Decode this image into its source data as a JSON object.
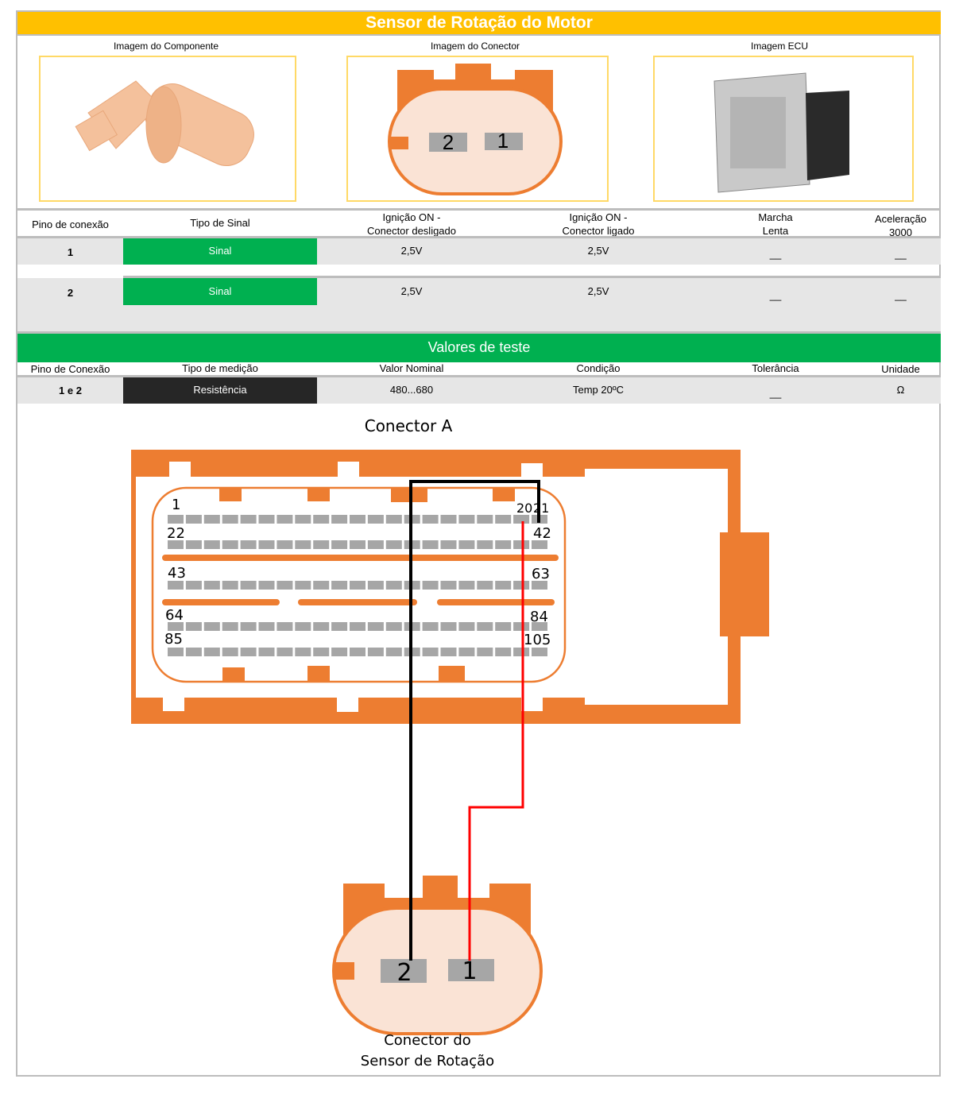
{
  "title": "Sensor de Rotação do Motor",
  "images": {
    "component": "Imagem do Componente",
    "connector": "Imagem do Conector",
    "ecu": "Imagem ECU"
  },
  "connector_pins": [
    "2",
    "1"
  ],
  "signal_table": {
    "headers": [
      "Pino de conexão",
      "Tipo de Sinal",
      "Ignição ON -\nConector desligado",
      "Ignição ON -\nConector ligado",
      "Marcha\nLenta",
      "Aceleração\n3000"
    ],
    "rows": [
      {
        "pin": "1",
        "type": "Sinal",
        "ign_off": "2,5V",
        "ign_on": "2,5V",
        "idle": "__",
        "accel": "__"
      },
      {
        "pin": "2",
        "type": "Sinal",
        "ign_off": "2,5V",
        "ign_on": "2,5V",
        "idle": "__",
        "accel": "__"
      }
    ]
  },
  "test": {
    "title": "Valores de teste",
    "headers": [
      "Pino de Conexão",
      "Tipo de medição",
      "Valor Nominal",
      "Condição",
      "Tolerância",
      "Unidade"
    ],
    "row": {
      "pin": "1 e 2",
      "type": "Resistência",
      "nominal": "480...680",
      "condition": "Temp 20ºC",
      "tolerance": "__",
      "unit": "Ω"
    }
  },
  "diagram": {
    "ecu_label": "Conector A",
    "pin_labels": {
      "p1": "1",
      "p20": "20",
      "p21": "21",
      "p22": "22",
      "p42": "42",
      "p43": "43",
      "p63": "63",
      "p64": "64",
      "p84": "84",
      "p85": "85",
      "p105": "105"
    },
    "sensor_pins": [
      "2",
      "1"
    ],
    "sensor_label_1": "Conector do",
    "sensor_label_2": "Sensor de Rotação",
    "colors": {
      "orange": "#ed7d31",
      "pin": "#a6a6a6",
      "wire_pin2": "#000000",
      "wire_pin1": "#ff0000"
    }
  }
}
